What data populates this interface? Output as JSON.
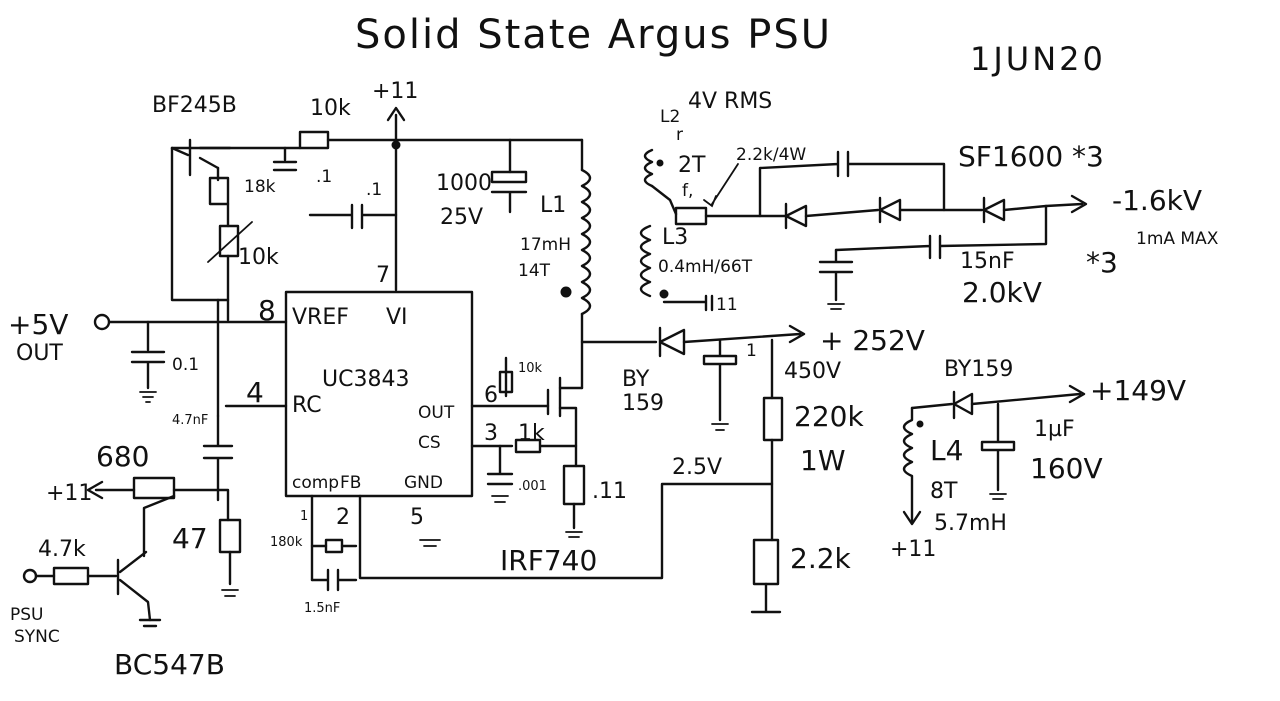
{
  "title": "Solid State Argus PSU",
  "date": "1JUN20",
  "labels": {
    "bf245b": "BF245B",
    "r10k_top": "10k",
    "plus11_top": "+11",
    "r18k": "18k",
    "c01a": ".1",
    "c01b": ".1",
    "pot10k": "10k",
    "c1000": "1000",
    "v25": "25V",
    "l1": "L1",
    "l1_ind": "17mH",
    "l1_turns": "14T",
    "l2": "L2",
    "l2_v": "4V RMS",
    "l2_r": "r",
    "l2_turns": "2T",
    "l2_f": "f,",
    "r22k": "2.2k/4W",
    "l3": "L3",
    "l3_ind": "0.4mH/66T",
    "l3_c": "11",
    "sf1600": "SF1600 *3",
    "neg_hv": "-1.6kV",
    "ma": "1mA MAX",
    "c15n": "15nF",
    "c15n_v": "2.0kV",
    "c15n_mult": "*3",
    "pin7": "7",
    "pin8": "8",
    "pin4": "4",
    "pin6": "6",
    "pin3": "3",
    "pin1": "1",
    "pin2": "2",
    "pin5": "5",
    "vref": "VREF",
    "vi": "VI",
    "ic": "UC3843",
    "rc": "RC",
    "out": "OUT",
    "cs": "CS",
    "comp": "comp",
    "fb": "FB",
    "gnd": "GND",
    "plus5v": "+5V",
    "out_lbl": "OUT",
    "c01_5v": "0.1",
    "c47n": "4.7nF",
    "r10k_gate": "10k",
    "r1k": "1k",
    "c001": ".001",
    "r011": ".11",
    "by159a": "BY",
    "by159a2": "159",
    "plus252": "+ 252V",
    "c1_252": "1",
    "v450": "450V",
    "r220k": "220k",
    "r1w": "1W",
    "v25_fb": "2.5V",
    "r2_2k": "2.2k",
    "irf740": "IRF740",
    "r180k": "180k",
    "c15nf_comp": "1.5nF",
    "r680": "680",
    "plus11_left": "+11",
    "r47": "47",
    "r4_7k": "4.7k",
    "psu": "PSU",
    "sync": "SYNC",
    "bc547b": "BC547B",
    "by159b": "BY159",
    "plus149": "+149V",
    "l4": "L4",
    "l4_turns": "8T",
    "l4_ind": "5.7mH",
    "plus11_l4": "+11",
    "c1uf": "1µF",
    "c160": "160V"
  }
}
